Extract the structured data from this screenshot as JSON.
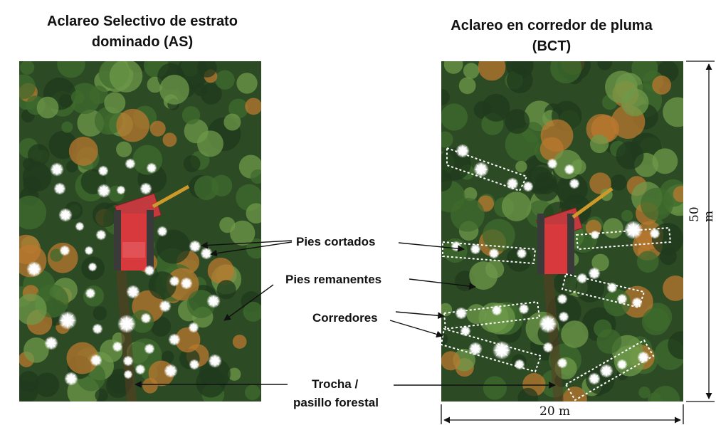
{
  "titles": {
    "left": "Aclareo Selectivo de estrato dominado (AS)",
    "right": "Aclareo en corredor de pluma (BCT)"
  },
  "labels": {
    "cut_trees": "Pies cortados",
    "remaining_trees": "Pies remanentes",
    "corridors": "Corredores",
    "trail_line1": "Trocha /",
    "trail_line2": "pasillo forestal"
  },
  "dimensions": {
    "height": "50 m",
    "width": "20 m"
  },
  "colors": {
    "canopy_dark": "#1f3a1c",
    "canopy_mid": "#3f6b2e",
    "canopy_light": "#6d9a4a",
    "autumn": "#b9782f",
    "machine": "#d8393d",
    "star": "#ffffff"
  }
}
